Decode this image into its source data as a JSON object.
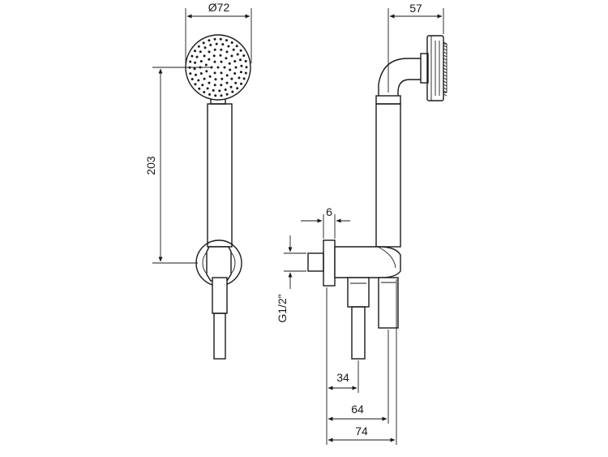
{
  "dimensions": {
    "head_diameter": "Ø72",
    "height": "203",
    "arm_depth": "57",
    "flange": "6",
    "thread": "G1/2\"",
    "d34": "34",
    "d64": "64",
    "d74": "74"
  },
  "colors": {
    "line": "#1a1a1a",
    "background": "#ffffff"
  }
}
